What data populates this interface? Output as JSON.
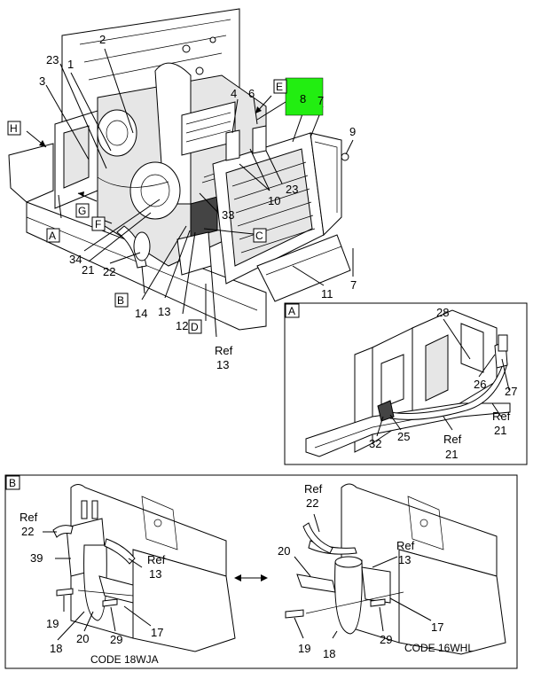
{
  "main": {
    "callouts": {
      "c2": "2",
      "c23a": "23",
      "c1": "1",
      "c3": "3",
      "c4": "4",
      "c6": "6",
      "c8": "8",
      "c7a": "7",
      "c9": "9",
      "c10": "10",
      "c23b": "23",
      "c33": "33",
      "c34": "34",
      "c21": "21",
      "c22": "22",
      "c14": "14",
      "c13": "13",
      "c12": "12",
      "c11": "11",
      "c7b": "7",
      "ref13_line1": "Ref",
      "ref13_line2": "13"
    },
    "box_labels": {
      "E": "E",
      "H": "H",
      "G": "G",
      "F": "F",
      "A": "A",
      "C": "C",
      "B": "B",
      "D": "D"
    },
    "highlight_color": "#22ee11"
  },
  "detail_a": {
    "label": "A",
    "callouts": {
      "c28": "28",
      "c26": "26",
      "c27": "27",
      "c32": "32",
      "c25": "25",
      "ref21a_1": "Ref",
      "ref21a_2": "21",
      "ref21b_1": "Ref",
      "ref21b_2": "21"
    }
  },
  "detail_b": {
    "label": "B",
    "left": {
      "callouts": {
        "ref22_1": "Ref",
        "ref22_2": "22",
        "ref13_1": "Ref",
        "ref13_2": "13",
        "c39": "39",
        "c19": "19",
        "c20": "20",
        "c29": "29",
        "c17": "17",
        "c18": "18"
      },
      "code": "CODE 18WJA"
    },
    "right": {
      "callouts": {
        "ref22_1": "Ref",
        "ref22_2": "22",
        "c20": "20",
        "ref13_1": "Ref",
        "ref13_2": "13",
        "c19": "19",
        "c18": "18",
        "c29": "29",
        "c17": "17"
      },
      "code": "CODE 16WHL"
    }
  }
}
